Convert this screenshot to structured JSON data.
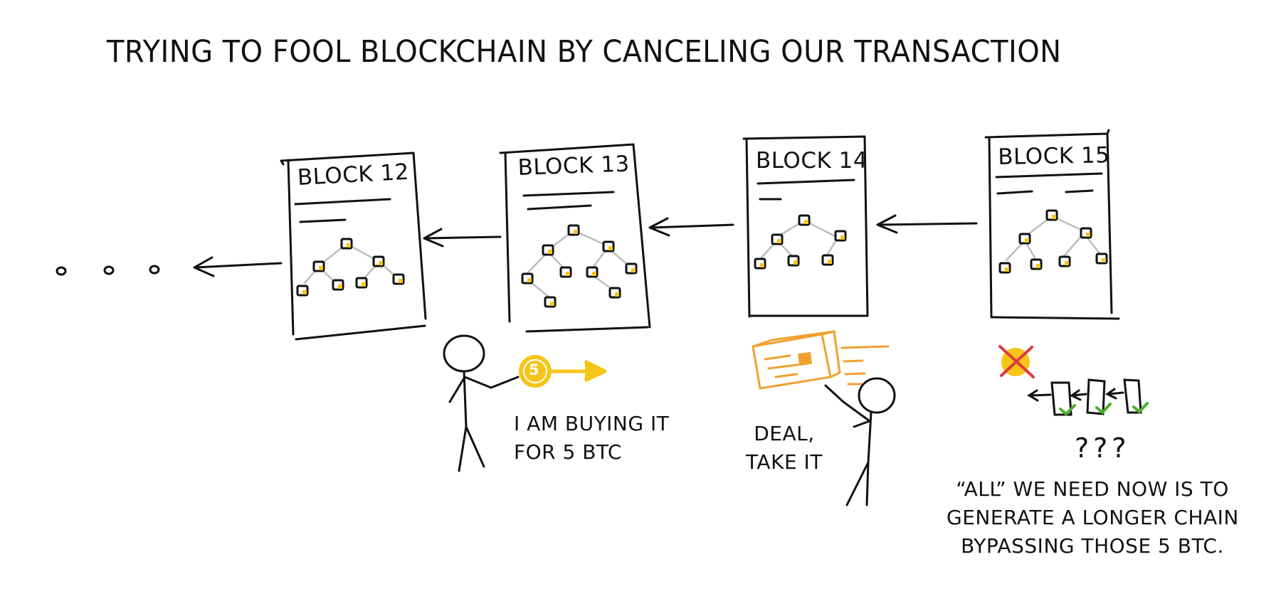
{
  "title": "TRYING TO FOOL BLOCKCHAIN BY CANCELING OUR TRANSACTION",
  "chain": {
    "ellipsis": "o o o",
    "blocks": [
      {
        "label": "BLOCK 12"
      },
      {
        "label": "BLOCK 13"
      },
      {
        "label": "BLOCK 14"
      },
      {
        "label": "BLOCK 15"
      }
    ]
  },
  "coin": {
    "value": "5"
  },
  "captions": {
    "buyer_line1": "I AM BUYING IT",
    "buyer_line2": "FOR 5 BTC",
    "seller_line1": "DEAL,",
    "seller_line2": "TAKE IT",
    "question": "???",
    "attack_line1": "“ALL” WE NEED NOW IS TO",
    "attack_line2": "GENERATE A LONGER CHAIN",
    "attack_line3": "BYPASSING THOSE 5 BTC."
  },
  "colors": {
    "ink": "#111111",
    "coin": "#f5c518",
    "package": "#f0a030",
    "cross": "#e0393e",
    "check": "#4caf2a",
    "tree_link": "#bdbdbd"
  }
}
